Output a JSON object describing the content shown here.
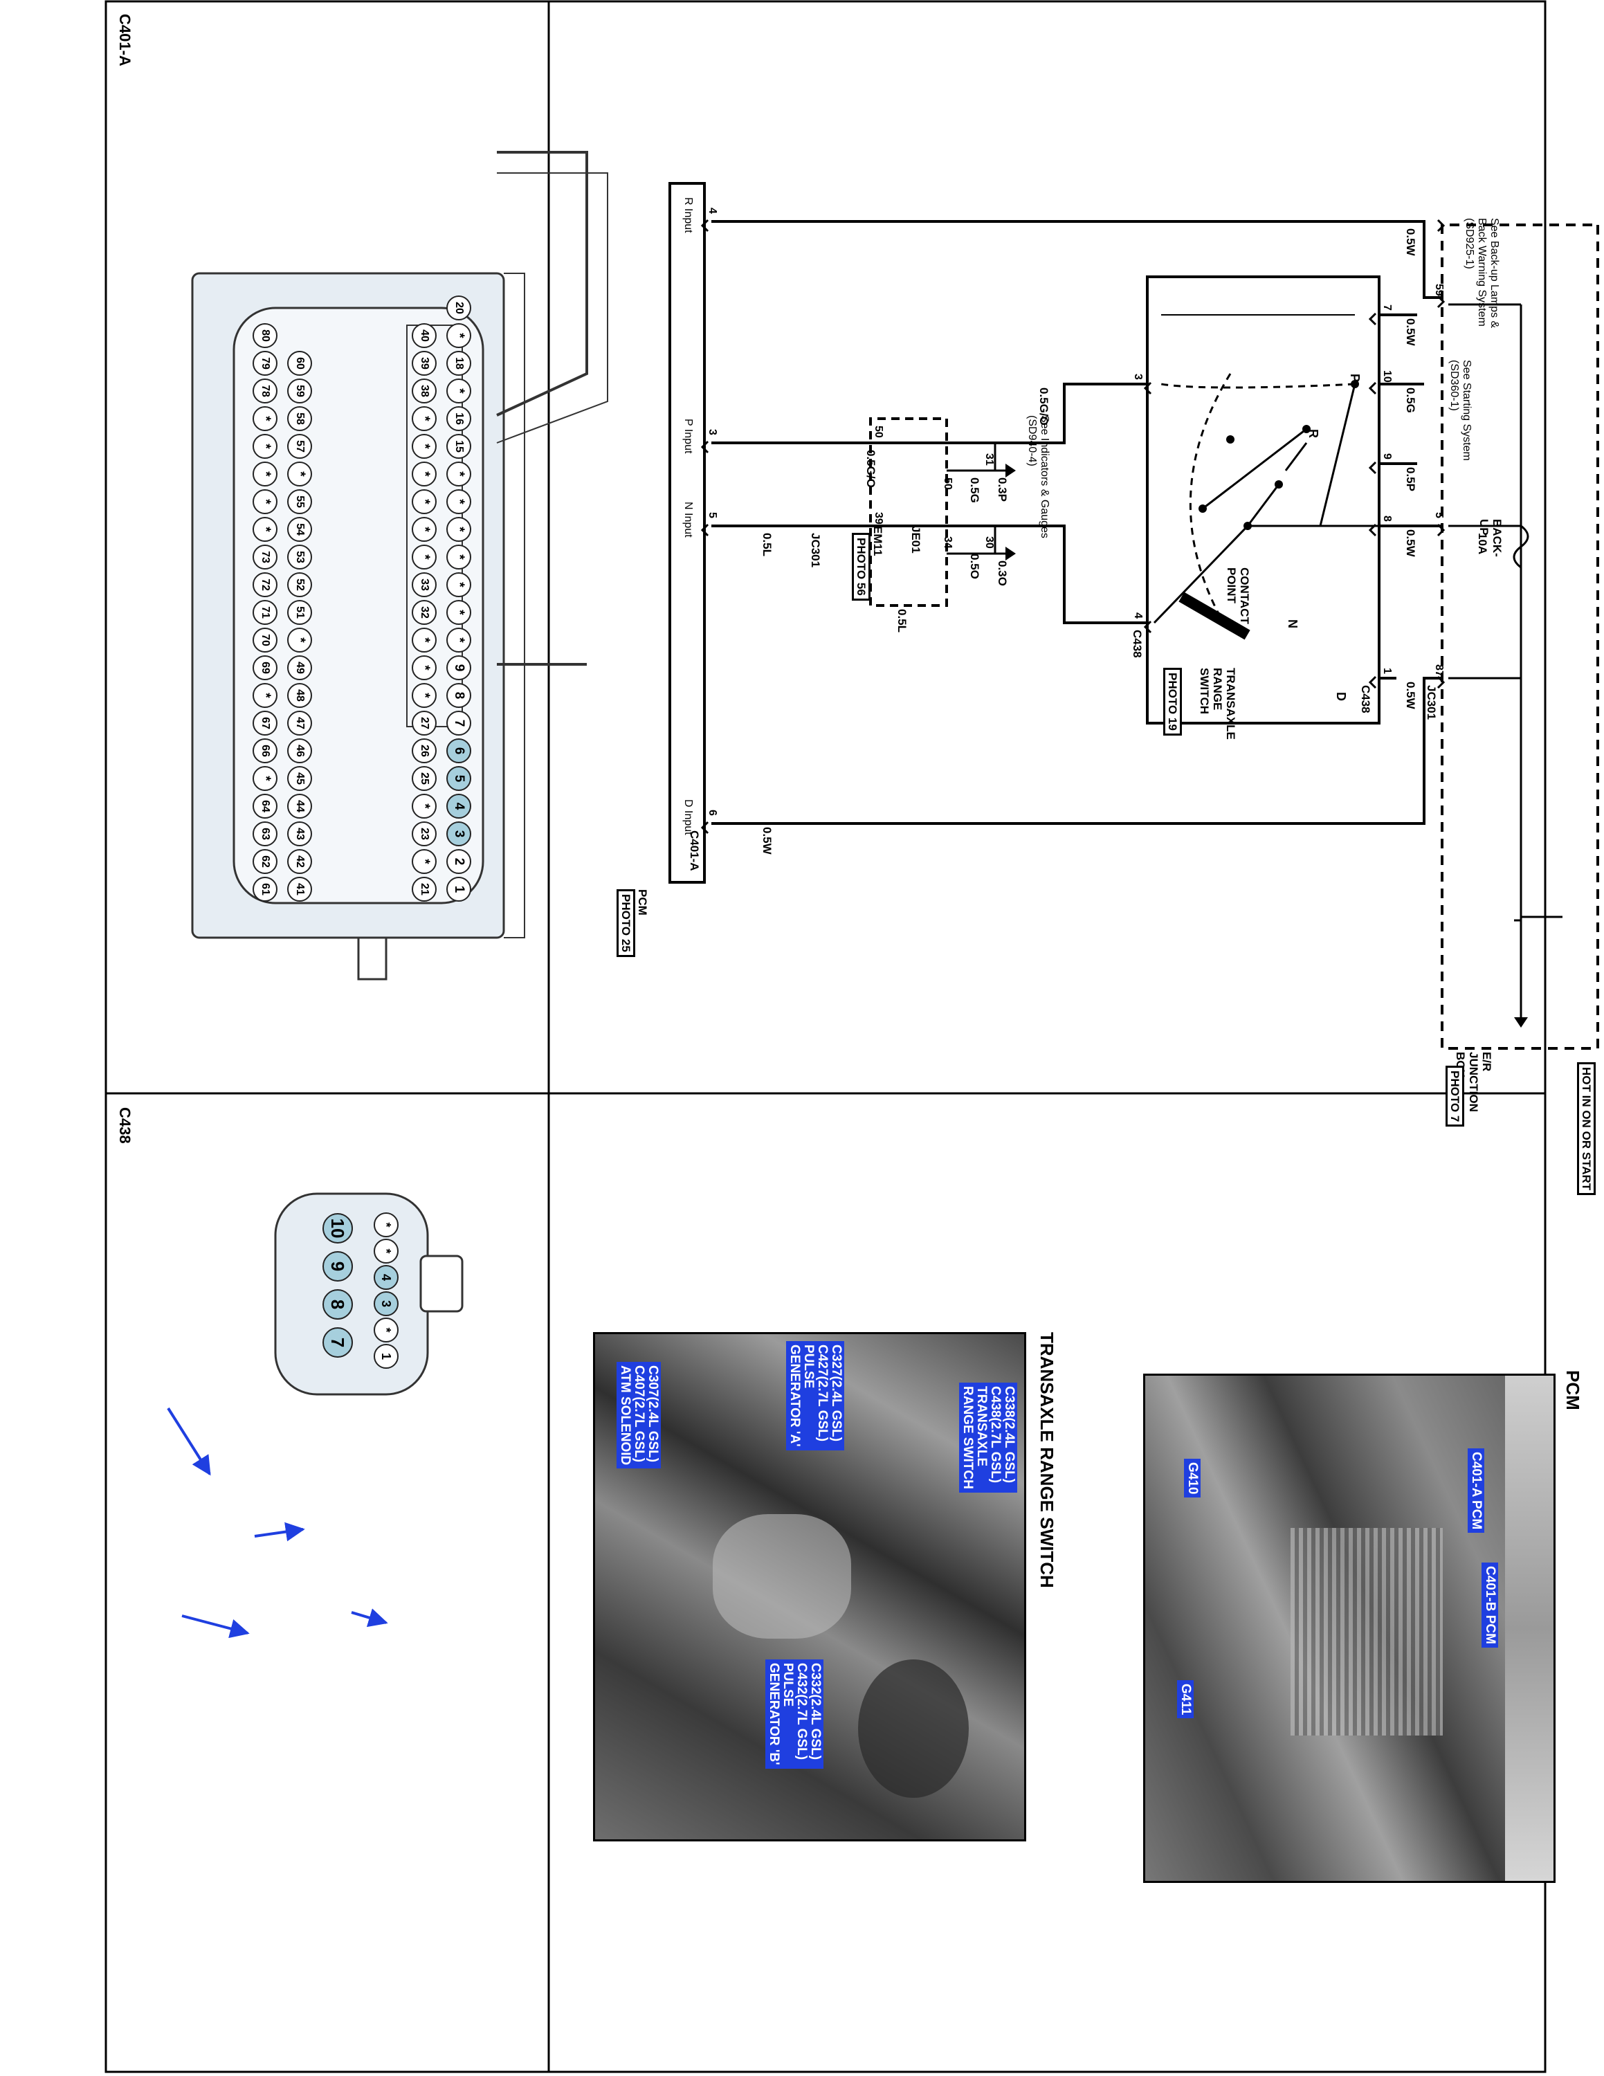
{
  "schematic": {
    "hot_label": "HOT IN ON OR START",
    "er_box": {
      "name": "E/R JUNCTION BOX",
      "photo": "PHOTO 7"
    },
    "fuse": {
      "name": "BACK-UP",
      "rating": "10A"
    },
    "see_backup": "See Back-up Lamps & Back Warning System (SD925-1)",
    "see_starting": "See Starting System (SD360-1)",
    "see_indicators": "See Indicators & Gauges (SD940-4)",
    "contact_point": "CONTACT POINT",
    "trs": {
      "name": "TRANSAXLE RANGE SWITCH",
      "photo": "PHOTO 19"
    },
    "em11_photo": "PHOTO 56",
    "pcm": {
      "name": "PCM",
      "photo": "PHOTO 25"
    },
    "positions": [
      "P",
      "R",
      "N",
      "D"
    ],
    "connectors": {
      "c438": "C438",
      "jc301": "JC301",
      "je01": "JE01",
      "em11": "EM11",
      "c401a": "C401-A"
    },
    "wires": {
      "w05w": "0.5W",
      "w05g": "0.5G",
      "w05p": "0.5P",
      "w05go": "0.5G/O",
      "w05o": "0.5O",
      "w05l": "0.5L",
      "w03p": "0.3P",
      "w03o": "0.3O"
    },
    "pins": {
      "p59": "59",
      "p5": "5",
      "p87": "87",
      "p7": "7",
      "p10": "10",
      "p9": "9",
      "p8": "8",
      "p1": "1",
      "p3": "3",
      "p4": "4",
      "p50": "50",
      "p39": "39",
      "p31": "31",
      "p30": "30",
      "p34": "34",
      "p6": "6"
    },
    "pcm_inputs": {
      "r": "R Input",
      "p": "P Input",
      "n": "N Input",
      "d": "D Input"
    }
  },
  "connector_c401a": {
    "title": "C401-A",
    "rows": [
      [
        "20",
        "*",
        "18",
        "*",
        "16",
        "15",
        "*",
        "*",
        "*",
        "*",
        "*",
        "*",
        "*",
        "9",
        "8",
        "7",
        "6",
        "5",
        "4",
        "3",
        "2",
        "1"
      ],
      [
        "40",
        "39",
        "38",
        "*",
        "*",
        "*",
        "*",
        "*",
        "*",
        "33",
        "32",
        "*",
        "*",
        "*",
        "27",
        "26",
        "25",
        "*",
        "23",
        "*",
        "21"
      ],
      [
        "60",
        "59",
        "58",
        "57",
        "*",
        "55",
        "54",
        "53",
        "52",
        "51",
        "*",
        "49",
        "48",
        "47",
        "46",
        "45",
        "44",
        "43",
        "42",
        "41"
      ],
      [
        "80",
        "79",
        "78",
        "*",
        "*",
        "*",
        "*",
        "*",
        "73",
        "72",
        "71",
        "70",
        "69",
        "*",
        "67",
        "66",
        "*",
        "64",
        "63",
        "62",
        "61"
      ]
    ],
    "highlighted": [
      "3",
      "4",
      "5",
      "6"
    ]
  },
  "connector_c438": {
    "title": "C438",
    "rows": [
      [
        "*",
        "*",
        "4",
        "3",
        "*",
        "1"
      ],
      [
        "10",
        "9",
        "8",
        "7"
      ]
    ],
    "highlighted": [
      "3",
      "4",
      "7",
      "8",
      "9",
      "10"
    ]
  },
  "photo_pcm": {
    "title": "PCM",
    "callouts": {
      "c401a": "C401-A PCM",
      "c401b": "C401-B PCM",
      "g410": "G410",
      "g411": "G411"
    }
  },
  "photo_trs": {
    "title": "TRANSAXLE RANGE SWITCH",
    "callouts": {
      "c338": "C338(2.4L GSL)\nC438(2.7L GSL)\nTRANSAXLE\nRANGE SWITCH",
      "c327": "C327(2.4L GSL)\nC427(2.7L GSL)\nPULSE\nGENERATOR 'A'",
      "c307": "C307(2.4L GSL)\nC407(2.7L GSL)\nATM SOLENOID",
      "c332": "C332(2.4L GSL)\nC432(2.7L GSL)\nPULSE\nGENERATOR 'B'"
    }
  },
  "colors": {
    "highlight": "#a6cfdd",
    "callout": "#1f3fe0",
    "connector_fill": "#e6edf3"
  }
}
